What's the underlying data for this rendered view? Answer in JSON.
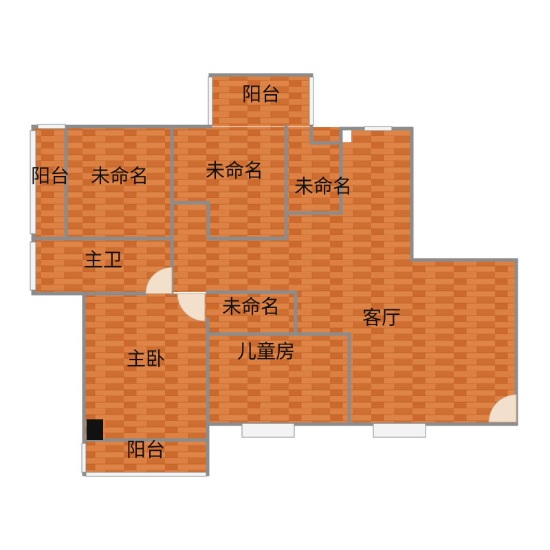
{
  "colors": {
    "floor": "#d9783a",
    "plank_dark": "#c6652a",
    "plank_light": "#e18a4a",
    "wall": "#8c8c8c",
    "window": "#f3f3f3",
    "door_arc": "#f2e0cc",
    "label": "#111111",
    "background": "#ffffff"
  },
  "rooms": {
    "balcony_top": "阳台",
    "balcony_left": "阳台",
    "bedroom_1": "未命名",
    "bedroom_2": "未命名",
    "bedroom_3": "未命名",
    "master_bath": "主卫",
    "storage": "未命名",
    "living_room": "客厅",
    "kids_room": "儿童房",
    "master_bedroom": "主卧",
    "balcony_bottom": "阳台"
  }
}
